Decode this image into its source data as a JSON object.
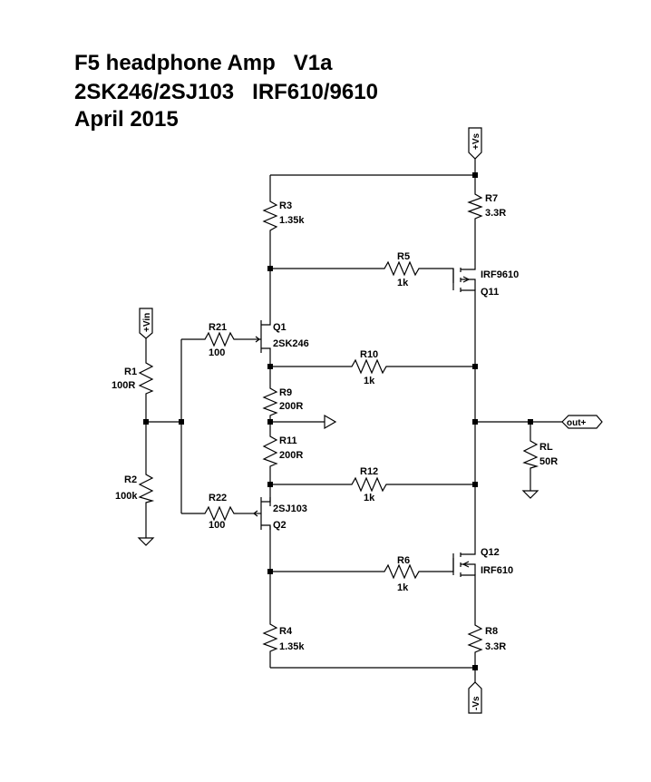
{
  "title": {
    "line1": "F5 headphone Amp   V1a",
    "line2": "2SK246/2SJ103   IRF610/9610",
    "line3": "April 2015"
  },
  "ports": {
    "vs_pos": "+Vs",
    "vs_neg": "-Vs",
    "vin": "+Vin",
    "out": "out+"
  },
  "components": {
    "R1": {
      "name": "R1",
      "value": "100R"
    },
    "R2": {
      "name": "R2",
      "value": "100k"
    },
    "R21": {
      "name": "R21",
      "value": "100"
    },
    "R22": {
      "name": "R22",
      "value": "100"
    },
    "R3": {
      "name": "R3",
      "value": "1.35k"
    },
    "R4": {
      "name": "R4",
      "value": "1.35k"
    },
    "R5": {
      "name": "R5",
      "value": "1k"
    },
    "R6": {
      "name": "R6",
      "value": "1k"
    },
    "R7": {
      "name": "R7",
      "value": "3.3R"
    },
    "R8": {
      "name": "R8",
      "value": "3.3R"
    },
    "R9": {
      "name": "R9",
      "value": "200R"
    },
    "R10": {
      "name": "R10",
      "value": "1k"
    },
    "R11": {
      "name": "R11",
      "value": "200R"
    },
    "R12": {
      "name": "R12",
      "value": "1k"
    },
    "RL": {
      "name": "RL",
      "value": "50R"
    },
    "Q1": {
      "name": "Q1",
      "part": "2SK246"
    },
    "Q2": {
      "name": "Q2",
      "part": "2SJ103"
    },
    "Q11": {
      "name": "Q11",
      "part": "IRF9610"
    },
    "Q12": {
      "name": "Q12",
      "part": "IRF610"
    }
  }
}
